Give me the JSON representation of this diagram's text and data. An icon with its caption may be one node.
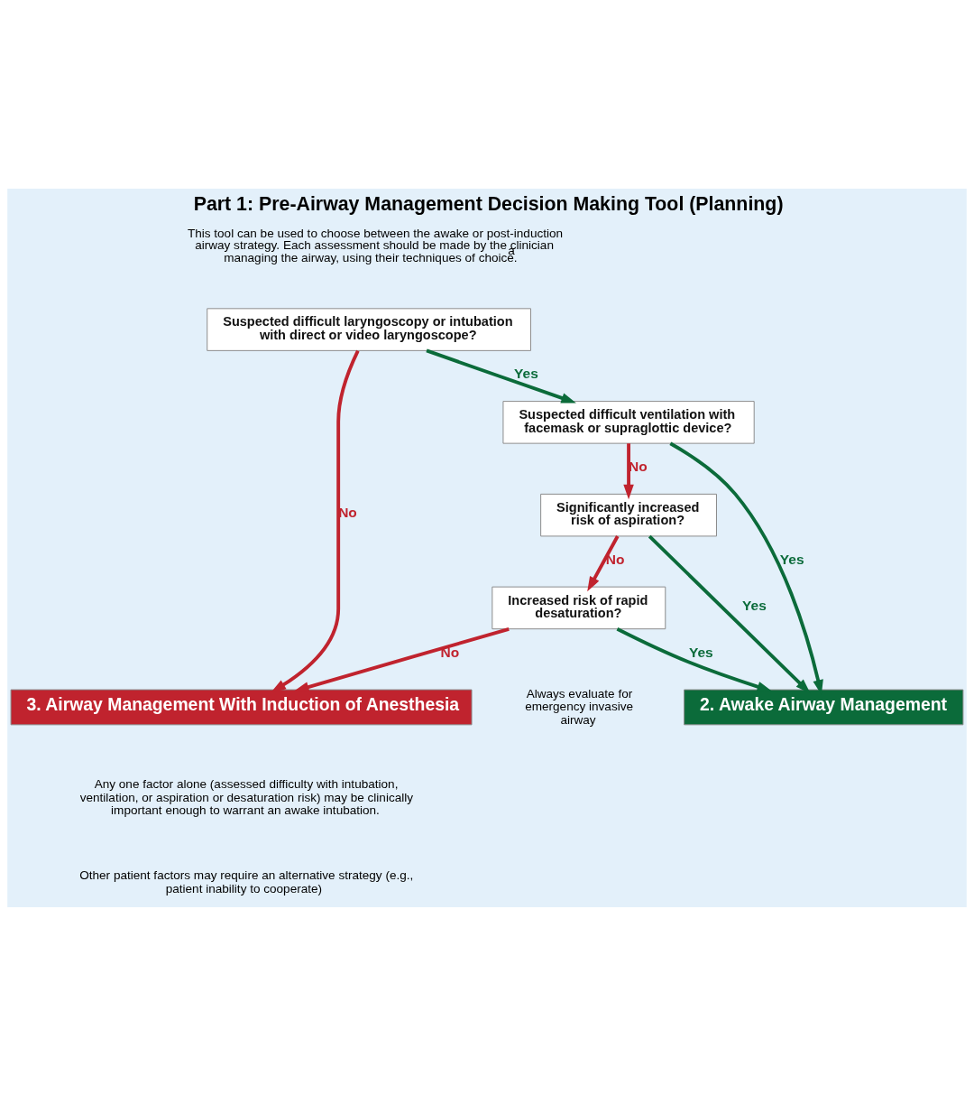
{
  "diagram": {
    "title": "Part 1: Pre-Airway Management Decision Making Tool (Planning)",
    "nodes": [
      {
        "text": [
          "Suspected difficult laryngoscopy or intubation with direct or video laryngoscope?"
        ]
      },
      {
        "text": [
          "Suspected difficult ventilation with facemask or supraglottic device?"
        ]
      },
      {
        "text": [
          "Significantly increased risk of aspiration?"
        ]
      },
      {
        "text": [
          "Increased risk of rapid desaturation?"
        ]
      },
      {
        "text": [
          "2. Awake Airway Management"
        ]
      },
      {
        "text": [
          "3. Airway Management With Induction of Anesthesia"
        ]
      }
    ],
    "edges": [
      {
        "from": 0,
        "to": 5,
        "arrow": "to",
        "label": "No",
        "color": "#c0232e"
      },
      {
        "from": 0,
        "to": 1,
        "arrow": "to",
        "label": "Yes",
        "color": "#0b6b3a"
      },
      {
        "from": 1,
        "to": 4,
        "arrow": "to",
        "label": "Yes",
        "color": "#0b6b3a"
      },
      {
        "from": 1,
        "to": 2,
        "arrow": "to",
        "label": "No",
        "color": "#c0232e"
      },
      {
        "from": 2,
        "to": 4,
        "arrow": "to",
        "label": "Yes",
        "color": "#0b6b3a"
      },
      {
        "from": 2,
        "to": 3,
        "arrow": "to",
        "label": "No",
        "color": "#c0232e"
      },
      {
        "from": 3,
        "to": 4,
        "arrow": "to",
        "label": "Yes",
        "color": "#0b6b3a"
      },
      {
        "from": 3,
        "to": 5,
        "arrow": "to",
        "label": "No",
        "color": "#c0232e"
      }
    ],
    "labels": [
      "This tool can be used to choose between the awake or post-induction airway strategy. Each assessment should be made by the clinician managing the airway, using their techniques of choice.$^{a}$",
      "Always evaluate for emergency invasive airway",
      "Any one factor alone (assessed difficulty with intubation, ventilation, or aspiration or desaturation risk) may be clinically important enough to warrant an awake intubation.",
      "Other patient factors may require an alternative strategy (e.g., patient inability to cooperate)"
    ]
  }
}
